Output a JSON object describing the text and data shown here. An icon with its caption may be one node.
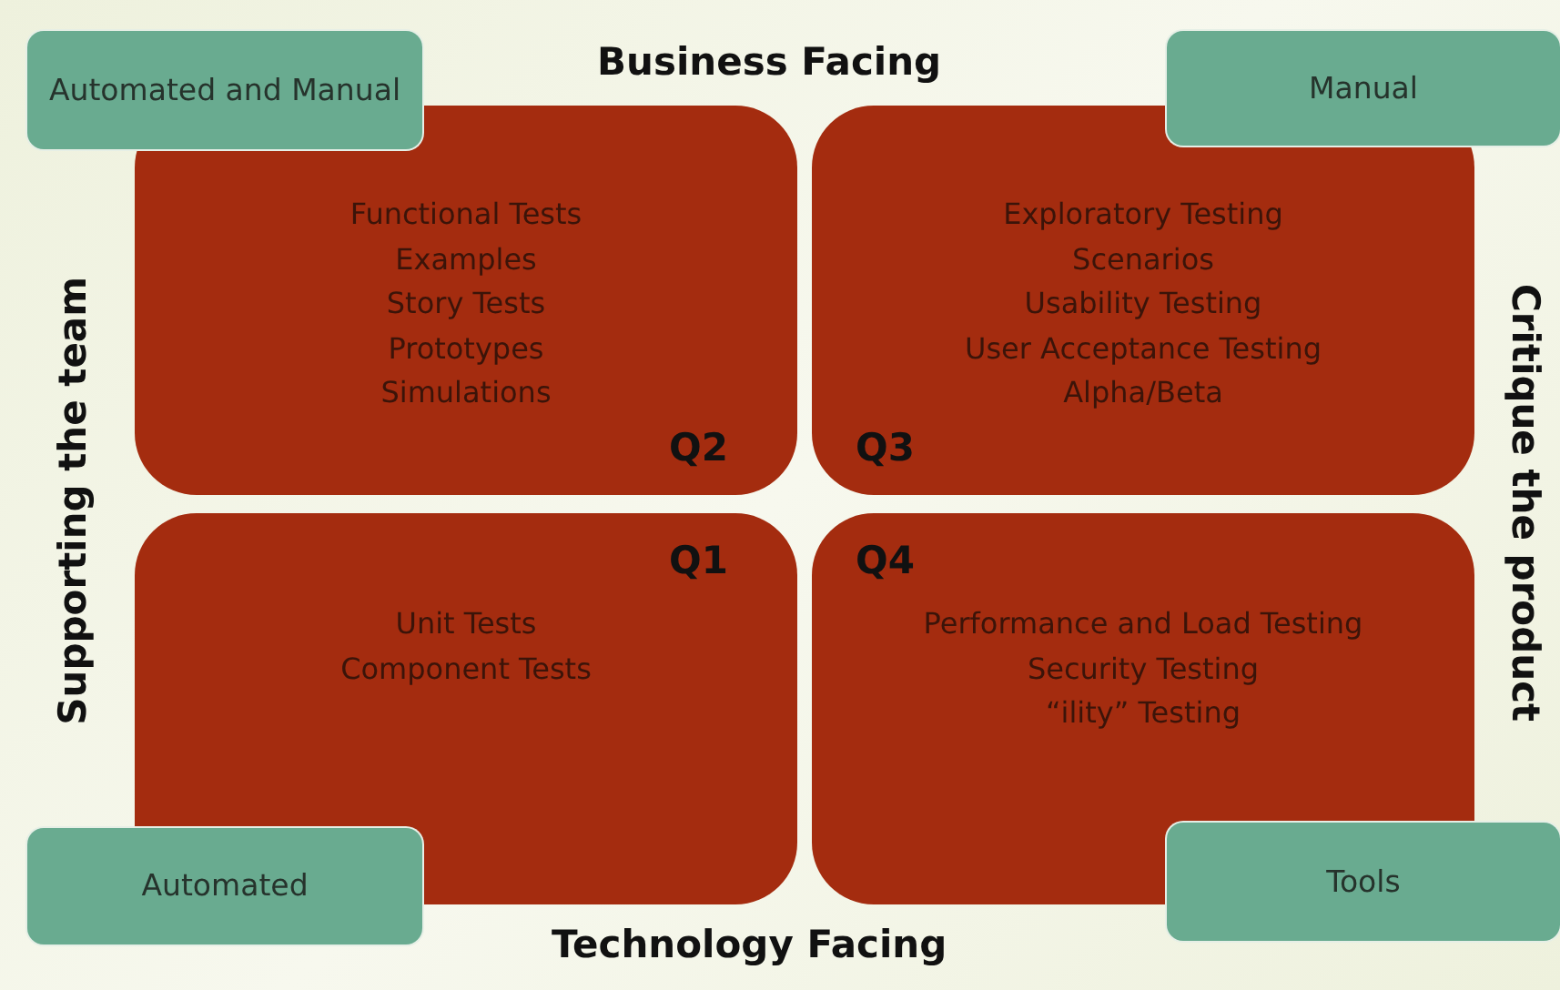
{
  "diagram": {
    "nodes": [
      {
        "text": [
          "Automated and Manual"
        ]
      },
      {
        "text": [
          "Manual"
        ]
      },
      {
        "text": [
          "Functional Tests",
          "Examples",
          "Story Tests",
          "Prototypes",
          "Simulations",
          "Q2"
        ]
      },
      {
        "text": [
          "Exploratory Testing",
          "Scenarios",
          "Usability Testing",
          "User Acceptance Testing",
          "Alpha/Beta",
          "Q3"
        ]
      },
      {
        "text": [
          "Unit Tests",
          "Component Tests",
          "Q1"
        ]
      },
      {
        "text": [
          "Performance and Load Testing",
          "Security Testing",
          "“ility” Testing",
          "Q4"
        ]
      },
      {
        "text": [
          "Automated"
        ]
      },
      {
        "text": [
          "Tools"
        ]
      }
    ],
    "edges": [],
    "labels": [
      "Business Facing",
      "Supporting the team",
      "Critique the product",
      "Technology Facing"
    ]
  }
}
